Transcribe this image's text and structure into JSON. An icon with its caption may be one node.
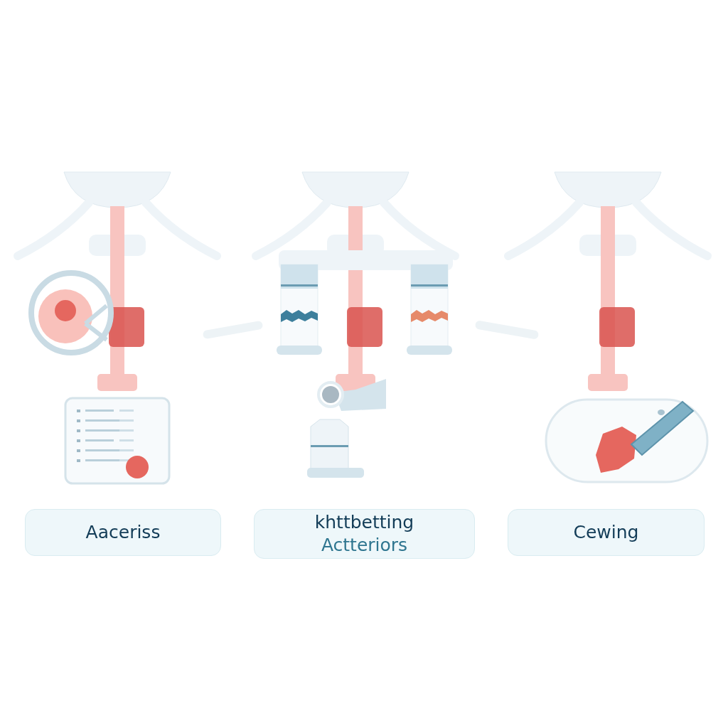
{
  "diagram": {
    "nodes": [
      {
        "text": [],
        "shape": "bar"
      },
      {
        "text": [],
        "shape": "bar"
      },
      {
        "text": [
          "Aaceriss"
        ]
      },
      {
        "text": [
          "khttbetting",
          "Actteriors"
        ]
      },
      {
        "text": [
          "Cewing"
        ]
      }
    ]
  }
}
